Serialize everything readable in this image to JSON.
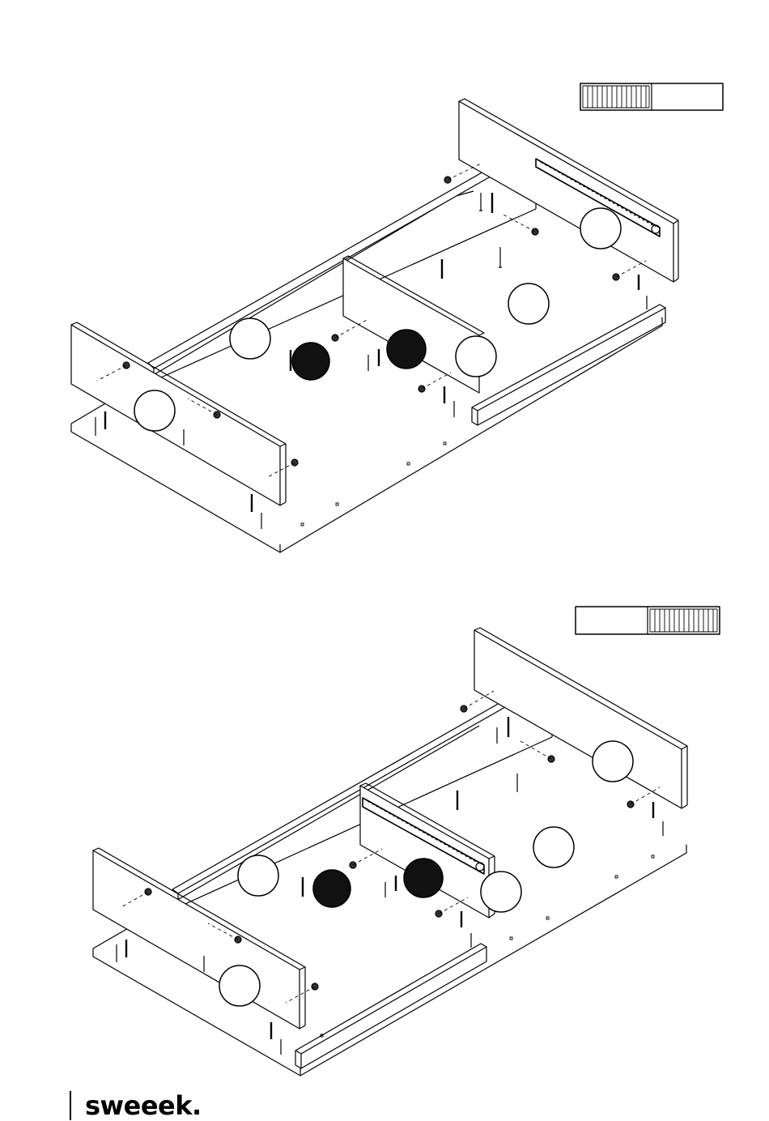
{
  "brand": {
    "name": "sweeek."
  },
  "steps": [
    {
      "id": "step-upper",
      "orientation_indicator": {
        "hatched_side": "left"
      }
    },
    {
      "id": "step-lower",
      "orientation_indicator": {
        "hatched_side": "right"
      }
    }
  ],
  "colors": {
    "line": "#000000",
    "fill": "#ffffff",
    "part": "#333333"
  },
  "icons": [
    "cam-lock-icon",
    "dowel-icon",
    "screw-icon",
    "drawer-runner-icon",
    "callout-circle-icon"
  ]
}
